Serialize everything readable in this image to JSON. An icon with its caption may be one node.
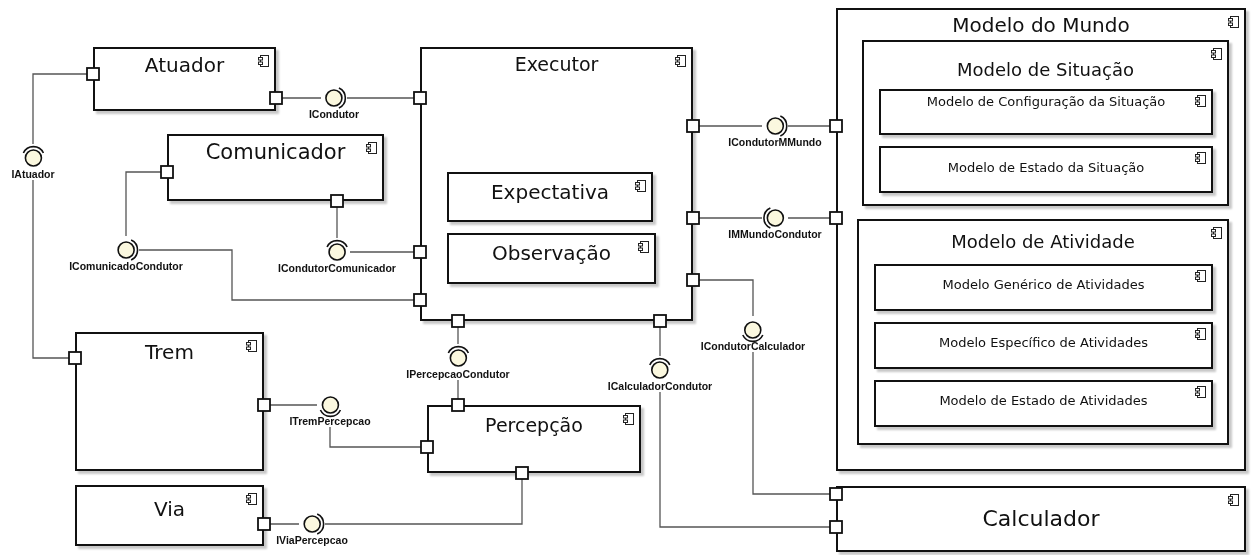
{
  "diagram": {
    "nodes": [
      {
        "text": [
          "Atuador"
        ]
      },
      {
        "text": [
          "Comunicador"
        ]
      },
      {
        "text": [
          "Executor"
        ]
      },
      {
        "text": [
          "Expectativa"
        ],
        "in": 2
      },
      {
        "text": [
          "Observação"
        ],
        "in": 2
      },
      {
        "text": [
          "Trem"
        ]
      },
      {
        "text": [
          "Percepção"
        ]
      },
      {
        "text": [
          "Via"
        ]
      },
      {
        "text": [
          "Modelo do Mundo"
        ]
      },
      {
        "text": [
          "Modelo de Situação"
        ],
        "in": 8
      },
      {
        "text": [
          "Modelo de Configuração da Situação"
        ],
        "in": 9
      },
      {
        "text": [
          "Modelo de Estado da Situação"
        ],
        "in": 9
      },
      {
        "text": [
          "Modelo de Atividade"
        ],
        "in": 8
      },
      {
        "text": [
          "Modelo Genérico de Atividades"
        ],
        "in": 12
      },
      {
        "text": [
          "Modelo Específico de Atividades"
        ],
        "in": 12
      },
      {
        "text": [
          "Modelo de Estado de Atividades"
        ],
        "in": 12
      },
      {
        "text": [
          "Calculador"
        ]
      },
      {
        "text": [
          "ICondutor"
        ]
      },
      {
        "text": [
          "IAtuador"
        ]
      },
      {
        "text": [
          "IComunicadoCondutor"
        ]
      },
      {
        "text": [
          "ICondutorComunicador"
        ]
      },
      {
        "text": [
          "ICondutorMMundo"
        ]
      },
      {
        "text": [
          "IMMundoCondutor"
        ]
      },
      {
        "text": [
          "ICondutorCalculador"
        ]
      },
      {
        "text": [
          "ICalculadorCondutor"
        ]
      },
      {
        "text": [
          "IPercepcaoCondutor"
        ]
      },
      {
        "text": [
          "ITremPercepcao"
        ]
      },
      {
        "text": [
          "IViaPercepcao"
        ]
      }
    ],
    "edges": [
      {
        "from": 0,
        "to": 17,
        "arrow": "none"
      },
      {
        "from": 2,
        "to": 17,
        "arrow": "none"
      },
      {
        "from": 0,
        "to": 18,
        "arrow": "none"
      },
      {
        "from": 5,
        "to": 18,
        "arrow": "none"
      },
      {
        "from": 1,
        "to": 19,
        "arrow": "none"
      },
      {
        "from": 2,
        "to": 19,
        "arrow": "none"
      },
      {
        "from": 1,
        "to": 20,
        "arrow": "none"
      },
      {
        "from": 2,
        "to": 20,
        "arrow": "none"
      },
      {
        "from": 2,
        "to": 21,
        "arrow": "none"
      },
      {
        "from": 8,
        "to": 21,
        "arrow": "none"
      },
      {
        "from": 2,
        "to": 22,
        "arrow": "none"
      },
      {
        "from": 8,
        "to": 22,
        "arrow": "none"
      },
      {
        "from": 2,
        "to": 23,
        "arrow": "none"
      },
      {
        "from": 16,
        "to": 23,
        "arrow": "none"
      },
      {
        "from": 2,
        "to": 24,
        "arrow": "none"
      },
      {
        "from": 16,
        "to": 24,
        "arrow": "none"
      },
      {
        "from": 2,
        "to": 25,
        "arrow": "none"
      },
      {
        "from": 6,
        "to": 25,
        "arrow": "none"
      },
      {
        "from": 5,
        "to": 26,
        "arrow": "none"
      },
      {
        "from": 6,
        "to": 26,
        "arrow": "none"
      },
      {
        "from": 7,
        "to": 27,
        "arrow": "none"
      },
      {
        "from": 6,
        "to": 27,
        "arrow": "none"
      }
    ]
  }
}
